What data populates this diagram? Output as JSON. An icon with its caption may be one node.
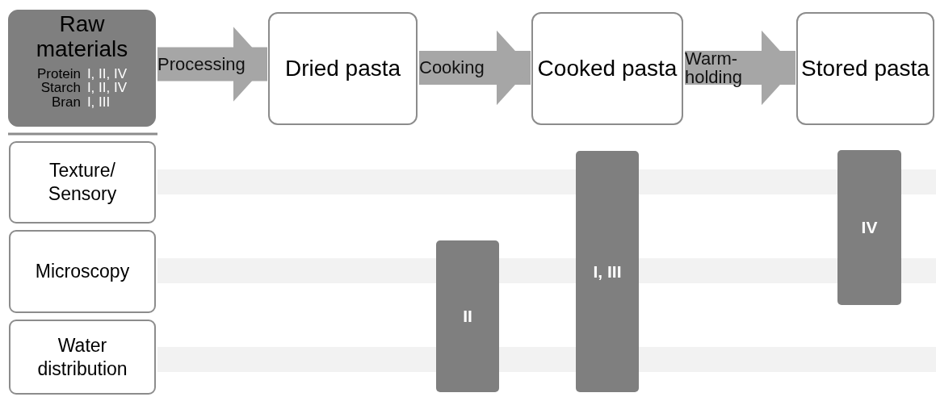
{
  "diagram": {
    "nodes": [
      {
        "text": [
          "Raw materials",
          "Protein",
          "I, II, IV",
          "Starch",
          "I, II, IV",
          "Bran",
          "I, III"
        ]
      },
      {
        "text": [
          "Dried pasta"
        ]
      },
      {
        "text": [
          "Cooked pasta"
        ]
      },
      {
        "text": [
          "Stored pasta"
        ]
      },
      {
        "text": [
          "Texture/ Sensory"
        ]
      },
      {
        "text": [
          "Microscopy"
        ]
      },
      {
        "text": [
          "Water distribution"
        ]
      },
      {
        "text": [
          "II"
        ]
      },
      {
        "text": [
          "I, III"
        ]
      },
      {
        "text": [
          "IV"
        ]
      }
    ],
    "edges": [
      {
        "from": 0,
        "to": 1,
        "arrow": "to",
        "label": "Processing"
      },
      {
        "from": 1,
        "to": 2,
        "arrow": "to",
        "label": "Cooking"
      },
      {
        "from": 2,
        "to": 3,
        "arrow": "to",
        "label": "Warm-holding"
      }
    ]
  }
}
